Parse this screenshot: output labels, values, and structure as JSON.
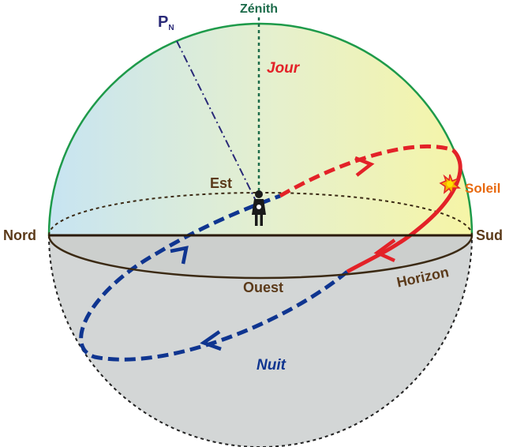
{
  "labels": {
    "zenith": "Zénith",
    "pole_letter": "P",
    "pole_sub": "N",
    "day": "Jour",
    "night": "Nuit",
    "east": "Est",
    "west": "Ouest",
    "north": "Nord",
    "south": "Sud",
    "horizon": "Horizon",
    "sun": "Soleil"
  },
  "colors": {
    "sky_left": "#c7e4f2",
    "sky_right": "#f6f5a6",
    "ground": "#d3d6d6",
    "meridian": "#1e9a4a",
    "day_path": "#e32228",
    "night_path": "#0f3590",
    "pole_axis": "#2a2a78",
    "zenith_line": "#1c6b4a",
    "horizon_text": "#5b3a1a",
    "sun_label": "#e86a10",
    "day_label": "#e32228",
    "night_label": "#0f3590"
  },
  "icons": {
    "observer": "person-icon",
    "sun": "sun-icon",
    "arrows": "chevron-arrow-icon"
  }
}
